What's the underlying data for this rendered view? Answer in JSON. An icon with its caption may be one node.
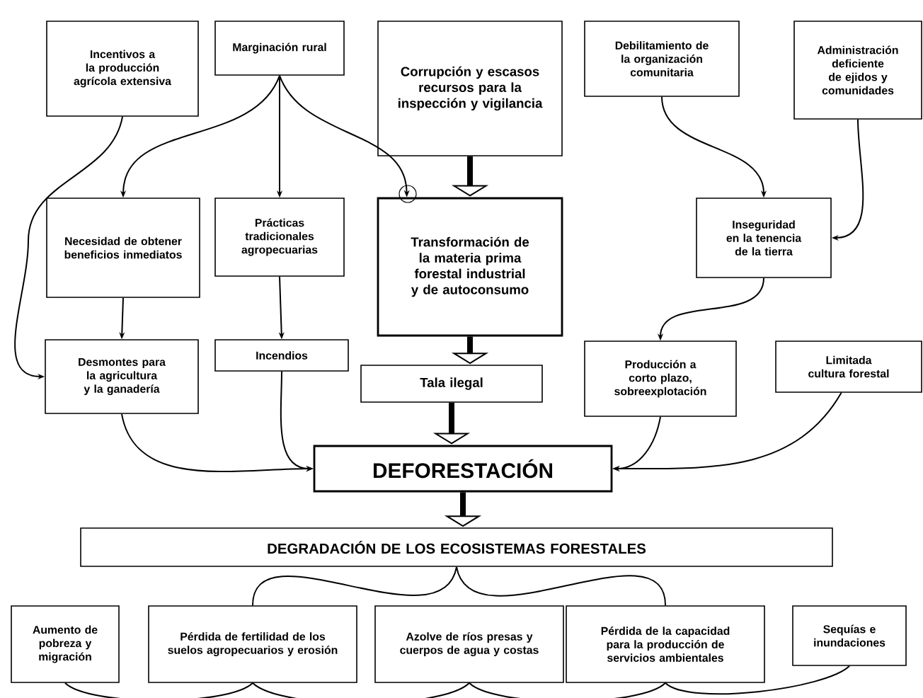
{
  "diagram": {
    "nodes": [
      {
        "text": [
          "Incentivos a la producción agrícola extensiva"
        ]
      },
      {
        "text": [
          "Marginación rural"
        ]
      },
      {
        "text": [
          "Corrupción y escasos recursos para la inspección y vigilancia"
        ]
      },
      {
        "text": [
          "Debilitamiento de la organización comunitaria"
        ]
      },
      {
        "text": [
          "Administración deficiente de ejidos y comunidades"
        ]
      },
      {
        "text": [
          "Necesidad de obtener beneficios inmediatos"
        ]
      },
      {
        "text": [
          "Prácticas tradicionales agropecuarias"
        ]
      },
      {
        "text": [
          "Transformación de la materia prima forestal industrial y de autoconsumo"
        ]
      },
      {
        "text": [
          "Inseguridad en la tenencia de la tierra"
        ]
      },
      {
        "text": [
          "Desmontes para la agricultura y la ganadería"
        ]
      },
      {
        "text": [
          "Incendios"
        ]
      },
      {
        "text": [
          "Tala ilegal"
        ]
      },
      {
        "text": [
          "Producción a corto plazo, sobreexplotación"
        ]
      },
      {
        "text": [
          "Limitada cultura forestal"
        ]
      },
      {
        "text": [
          "DEFORESTACIÓN"
        ]
      },
      {
        "text": [
          "DEGRADACIÓN DE LOS ECOSISTEMAS FORESTALES"
        ]
      },
      {
        "text": [
          "Aumento de pobreza y migración"
        ]
      },
      {
        "text": [
          "Pérdida de fertilidad de los suelos agropecuarios y erosión"
        ]
      },
      {
        "text": [
          "Azolve de ríos presas y cuerpos de agua y costas"
        ]
      },
      {
        "text": [
          "Pérdida de la capacidad para la producción de servicios ambientales"
        ]
      },
      {
        "text": [
          "Sequías e inundaciones"
        ]
      }
    ],
    "edges": [
      {
        "from": 1,
        "to": 5,
        "arrow": "to"
      },
      {
        "from": 1,
        "to": 6,
        "arrow": "to"
      },
      {
        "from": 1,
        "to": 7,
        "arrow": "to"
      },
      {
        "from": 0,
        "to": 9,
        "arrow": "to"
      },
      {
        "from": 5,
        "to": 9,
        "arrow": "to"
      },
      {
        "from": 6,
        "to": 10,
        "arrow": "to"
      },
      {
        "from": 2,
        "to": 7,
        "arrow": "to",
        "style": "thick"
      },
      {
        "from": 7,
        "to": 11,
        "arrow": "to",
        "style": "thick"
      },
      {
        "from": 11,
        "to": 14,
        "arrow": "to",
        "style": "thick"
      },
      {
        "from": 3,
        "to": 8,
        "arrow": "to"
      },
      {
        "from": 4,
        "to": 8,
        "arrow": "to"
      },
      {
        "from": 8,
        "to": 12,
        "arrow": "to"
      },
      {
        "from": 9,
        "to": 14,
        "arrow": "to"
      },
      {
        "from": 10,
        "to": 14,
        "arrow": "to"
      },
      {
        "from": 12,
        "to": 14,
        "arrow": "to"
      },
      {
        "from": 13,
        "to": 14,
        "arrow": "to"
      },
      {
        "from": 14,
        "to": 15,
        "arrow": "to",
        "style": "thick"
      },
      {
        "from": 15,
        "to": 17,
        "arrow": "none"
      },
      {
        "from": 15,
        "to": 19,
        "arrow": "none"
      },
      {
        "from": 16,
        "to": 17,
        "arrow": "none"
      },
      {
        "from": 17,
        "to": 18,
        "arrow": "none"
      },
      {
        "from": 18,
        "to": 19,
        "arrow": "none"
      },
      {
        "from": 19,
        "to": 20,
        "arrow": "none"
      }
    ]
  }
}
